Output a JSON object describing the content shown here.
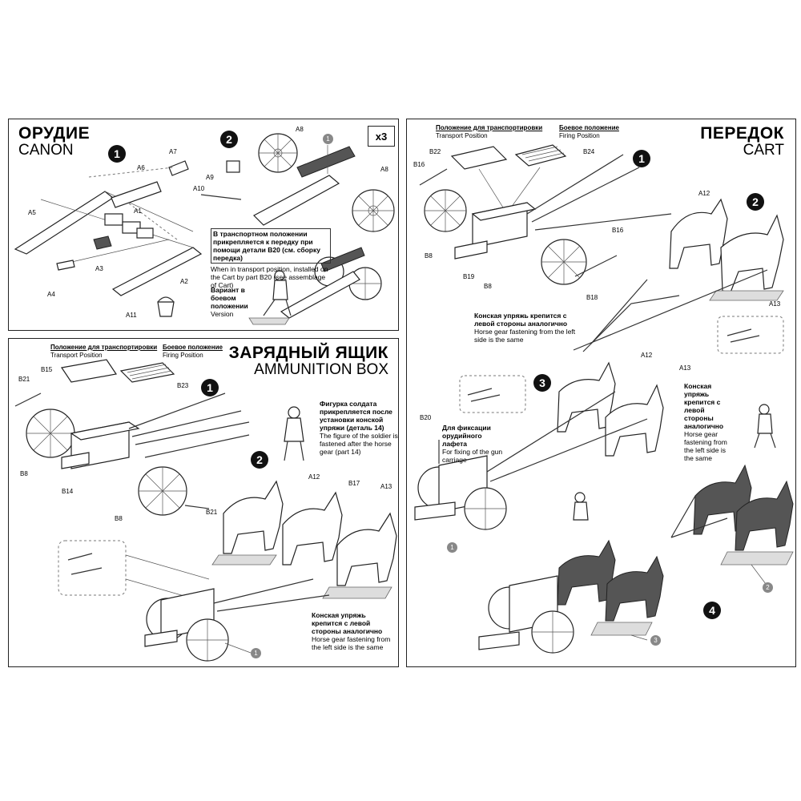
{
  "panel_canon": {
    "title_ru": "ОРУДИЕ",
    "title_en": "CANON",
    "count_badge": "x3",
    "steps": [
      "1",
      "2"
    ],
    "parts": {
      "a1": "A1",
      "a2": "A2",
      "a3": "A3",
      "a4": "A4",
      "a5": "A5",
      "a6": "A6",
      "a7": "A7",
      "a8a": "A8",
      "a8b": "A8",
      "a9": "A9",
      "a10": "A10",
      "a11": "A11"
    },
    "callout": "1",
    "note_ru": "В транспортном положении прикрепляется к передку при помощи детали B20 (см. сборку передка)",
    "note_en": "When in transport position, installed on the Cart by part B20 (see assemblage of Cart)",
    "variant_ru": "Вариант в боевом положении",
    "variant_en": "Version"
  },
  "panel_cart": {
    "title_ru": "ПЕРЕДОК",
    "title_en": "CART",
    "transport_ru": "Положение для транспортировки",
    "transport_en": "Transport Position",
    "firing_ru": "Боевое положение",
    "firing_en": "Firing Position",
    "steps": [
      "1",
      "2",
      "3",
      "4"
    ],
    "parts": {
      "b16a": "B16",
      "b16b": "B16",
      "b19": "B19",
      "b8a": "B8",
      "b8b": "B8",
      "b22": "B22",
      "b24": "B24",
      "b18": "B18",
      "a12a": "A12",
      "a13a": "A13",
      "a12b": "A12",
      "a13b": "A13",
      "b20": "B20"
    },
    "gear_ru": "Конская упряжь крепится с левой стороны аналогично",
    "gear_en": "Horse gear fastening from the left side is the same",
    "gear2_ru": "Конская упряжь крепится с левой стороны аналогично",
    "gear2_en": "Horse gear fastening from the left side is the same",
    "fix_ru": "Для фиксации орудийного лафета",
    "fix_en": "For fixing of the gun carriage",
    "callouts": [
      "1",
      "2",
      "3"
    ]
  },
  "panel_ammo": {
    "title_ru": "ЗАРЯДНЫЙ ЯЩИК",
    "title_en": "AMMUNITION BOX",
    "transport_ru": "Положение для транспортировки",
    "transport_en": "Transport Position",
    "firing_ru": "Боевое положение",
    "firing_en": "Firing Position",
    "steps": [
      "1",
      "2"
    ],
    "parts": {
      "b15": "B15",
      "b23": "B23",
      "b21a": "B21",
      "b21b": "B21",
      "b8a": "B8",
      "b8b": "B8",
      "b14": "B14",
      "a12": "A12",
      "b17": "B17",
      "a13": "A13"
    },
    "soldier_ru": "Фигурка солдата прикрепляется после установки конской упряжи (деталь 14)",
    "soldier_en": "The figure of the soldier is fastened after the horse gear (part 14)",
    "gear_ru": "Конская упряжь крепится с левой стороны аналогично",
    "gear_en": "Horse gear fastening from the left side is the same",
    "callout": "1"
  }
}
